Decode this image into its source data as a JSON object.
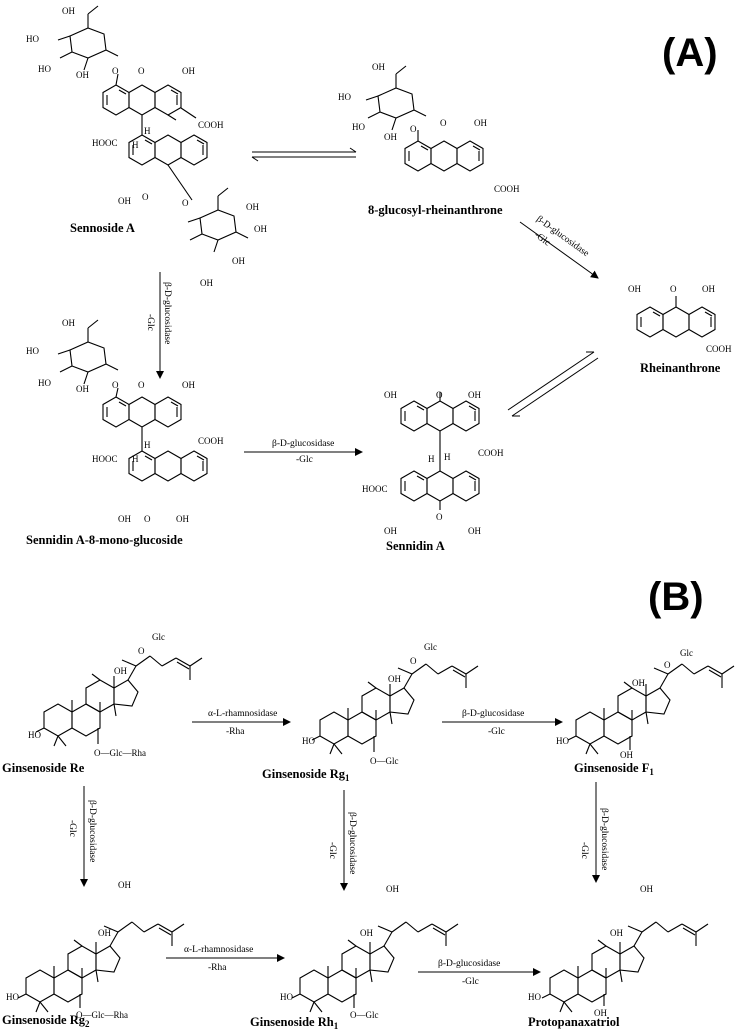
{
  "panels": {
    "a": "(A)",
    "b": "(B)"
  },
  "compounds": {
    "sennoside_a": "Sennoside A",
    "glucosyl_rheinanthrone": "8-glucosyl-rheinanthrone",
    "rheinanthrone": "Rheinanthrone",
    "sennidin_a_8_mono_glucoside": "Sennidin A-8-mono-glucoside",
    "sennidin_a": "Sennidin A",
    "ginsenoside_re": "Ginsenoside Re",
    "ginsenoside_rg1": "Ginsenoside Rg",
    "rg1_sub": "1",
    "ginsenoside_f1": "Ginsenoside F",
    "f1_sub": "1",
    "ginsenoside_rg2": "Ginsenoside Rg",
    "rg2_sub": "2",
    "ginsenoside_rh1": "Ginsenoside Rh",
    "rh1_sub": "1",
    "protopanaxatriol": "Protopanaxatriol"
  },
  "reactions": {
    "glucosidase": "β-D-glucosidase",
    "minus_glc": "-Glc",
    "rhamnosidase": "α-L-rhamnosidase",
    "minus_rha": "-Rha"
  },
  "atoms": {
    "oh": "OH",
    "ho": "HO",
    "o": "O",
    "h": "H",
    "cooh": "COOH",
    "hooc": "HOOC",
    "glc": "Glc",
    "o_glc": "O—Glc",
    "o_glc_rha": "O—Glc—Rha"
  }
}
